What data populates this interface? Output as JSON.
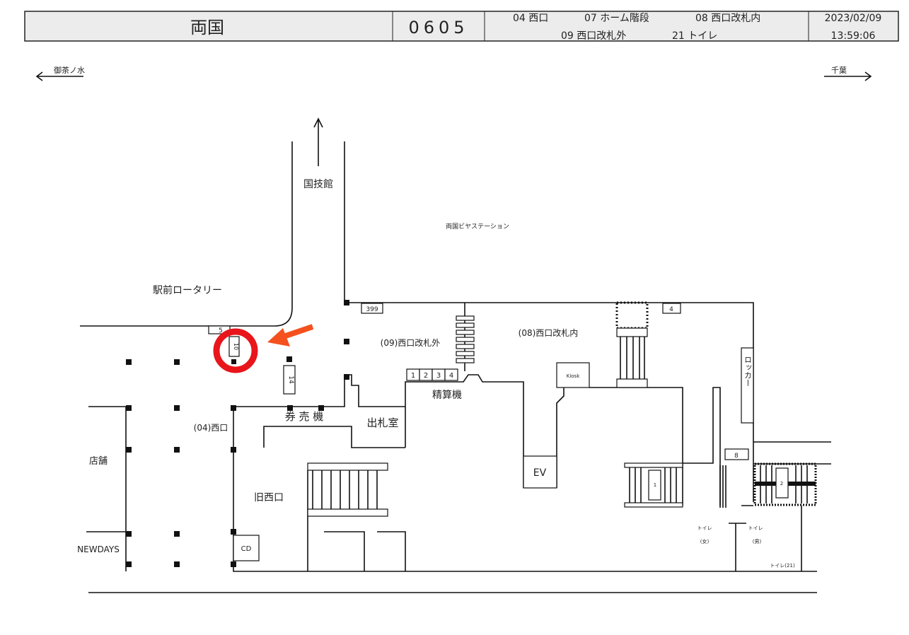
{
  "header": {
    "station_name": "両国",
    "station_code": "0605",
    "legend_row1": [
      "04 西口",
      "07 ホーム階段",
      "08 西口改札内"
    ],
    "legend_row2": [
      "09 西口改札外",
      "21 トイレ"
    ],
    "date": "2023/02/09",
    "time": "13:59:06"
  },
  "directions": {
    "left": "御茶ノ水",
    "right": "千葉"
  },
  "labels": {
    "kokugikan": "国技館",
    "beer_station": "両国ビヤステーション",
    "rotary": "駅前ロータリー",
    "gate_outside": "(09)西口改札外",
    "gate_inside": "(08)西口改札内",
    "fare_adjust": "精算機",
    "ticket_machine": "券 売 機",
    "ticket_office": "出札室",
    "west_exit": "(04)西口",
    "old_west_exit": "旧西口",
    "shop": "店舗",
    "newdays": "NEWDAYS",
    "cd": "CD",
    "ev": "EV",
    "kiosk": "Kiosk",
    "locker": "ロッカー",
    "toilet_f": "トイレ",
    "toilet_f_sub": "(女)",
    "toilet_m": "トイレ",
    "toilet_m_sub": "(男)",
    "toilet_21": "トイレ(21)"
  },
  "markers": {
    "m399": "399",
    "m4": "4",
    "m5": "5",
    "m10": "10",
    "m14": "14",
    "m8": "8",
    "m1": "1",
    "m2": "2",
    "gates": [
      "1",
      "2",
      "3",
      "4"
    ]
  },
  "highlight_color": "#e8151b",
  "arrow_color": "#f4511e"
}
